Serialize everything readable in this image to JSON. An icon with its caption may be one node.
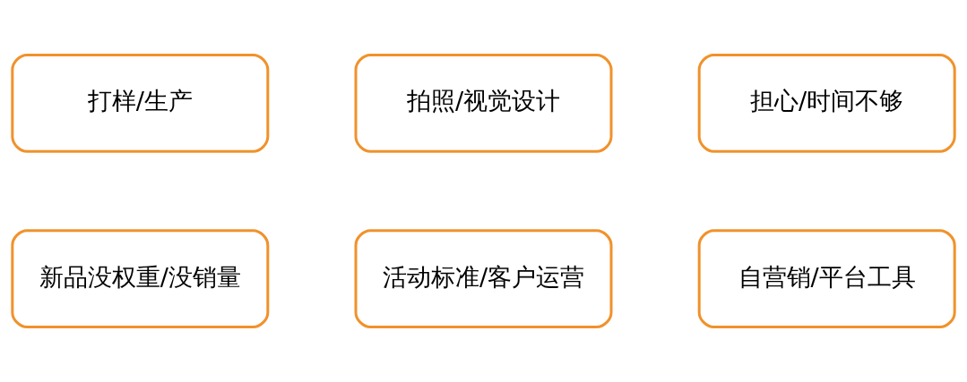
{
  "diagram": {
    "nodes": [
      {
        "text": [
          "打样/生产"
        ]
      },
      {
        "text": [
          "拍照/视觉设计"
        ]
      },
      {
        "text": [
          "担心/时间不够"
        ]
      },
      {
        "text": [
          "新品没权重/没销量"
        ]
      },
      {
        "text": [
          "活动标准/客户运营"
        ]
      },
      {
        "text": [
          "自营销/平台工具"
        ]
      }
    ],
    "edges": []
  }
}
